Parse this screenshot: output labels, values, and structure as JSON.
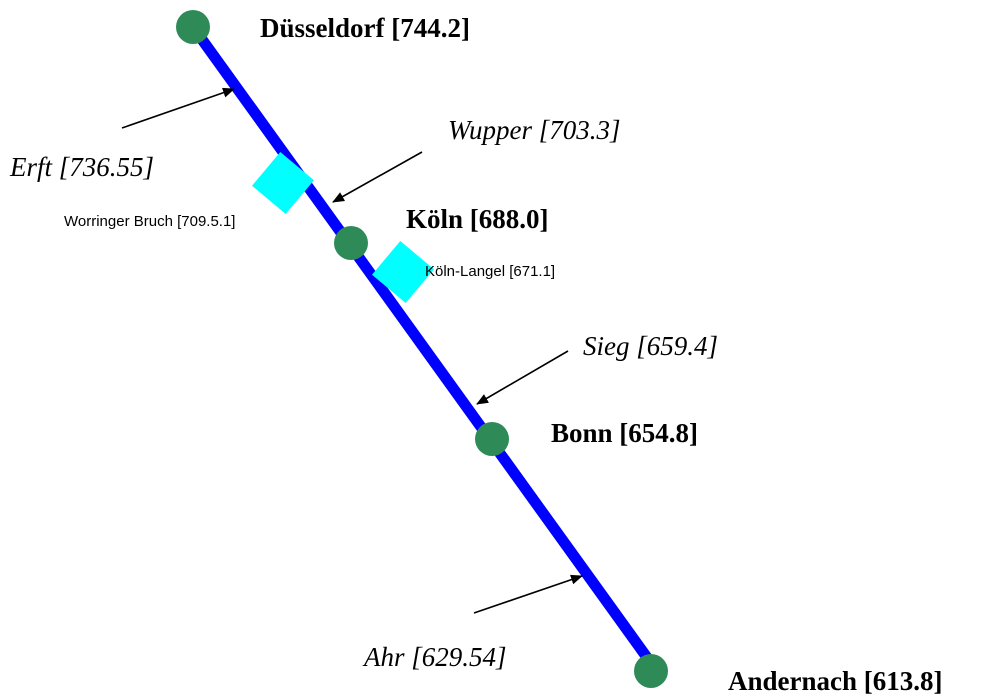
{
  "colors": {
    "river": "#0000ff",
    "city_marker": "#2e8b57",
    "station_marker": "#00ffff",
    "arrow": "#000000"
  },
  "cities": [
    {
      "name": "Düsseldorf [744.2]"
    },
    {
      "name": "Köln [688.0]"
    },
    {
      "name": "Bonn [654.8]"
    },
    {
      "name": "Andernach [613.8]"
    }
  ],
  "tributaries": [
    {
      "name": "Erft [736.55]"
    },
    {
      "name": "Wupper [703.3]"
    },
    {
      "name": "Sieg [659.4]"
    },
    {
      "name": "Ahr [629.54]"
    }
  ],
  "stations": [
    {
      "name": "Worringer Bruch [709.5.1]"
    },
    {
      "name": "Köln-Langel [671.1]"
    }
  ]
}
